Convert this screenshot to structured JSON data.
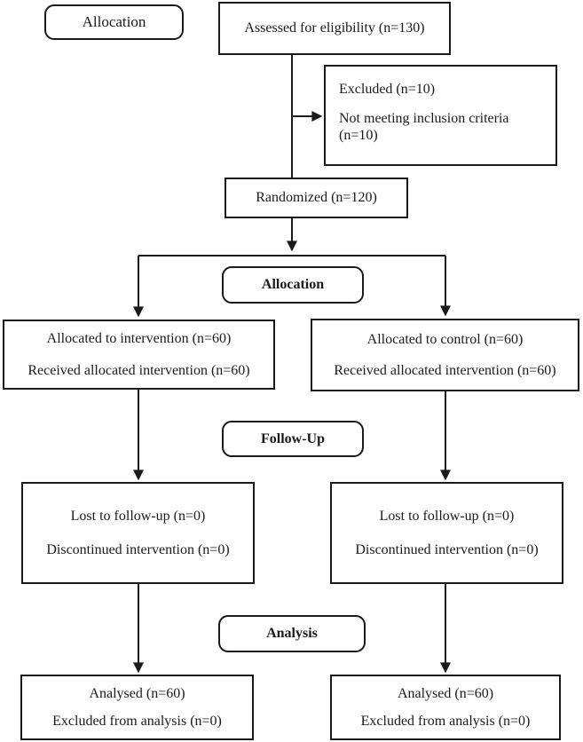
{
  "flowchart": {
    "colors": {
      "ink": "#1a1a1a",
      "background": "#ffffff"
    },
    "stage_labels": {
      "top": "Allocation",
      "allocation": "Allocation",
      "follow_up": "Follow-Up",
      "analysis": "Analysis"
    },
    "nodes": {
      "assessed": {
        "text": "Assessed for eligibility (n=130)"
      },
      "excluded": {
        "line1": "Excluded (n=10)",
        "line2": "Not meeting inclusion criteria",
        "line3": "(n=10)"
      },
      "randomized": {
        "text": "Randomized (n=120)"
      },
      "allocated_intervention": {
        "line1": "Allocated to intervention (n=60)",
        "line2": "Received allocated intervention (n=60)"
      },
      "allocated_control": {
        "line1": "Allocated to control (n=60)",
        "line2": "Received allocated intervention (n=60)"
      },
      "lost_intervention": {
        "line1": "Lost to follow-up (n=0)",
        "line2": "Discontinued intervention (n=0)"
      },
      "lost_control": {
        "line1": "Lost to follow-up (n=0)",
        "line2": "Discontinued intervention (n=0)"
      },
      "analysed_intervention": {
        "line1": "Analysed (n=60)",
        "line2": "Excluded from analysis (n=0)"
      },
      "analysed_control": {
        "line1": "Analysed (n=60)",
        "line2": "Excluded from analysis (n=0)"
      }
    }
  }
}
